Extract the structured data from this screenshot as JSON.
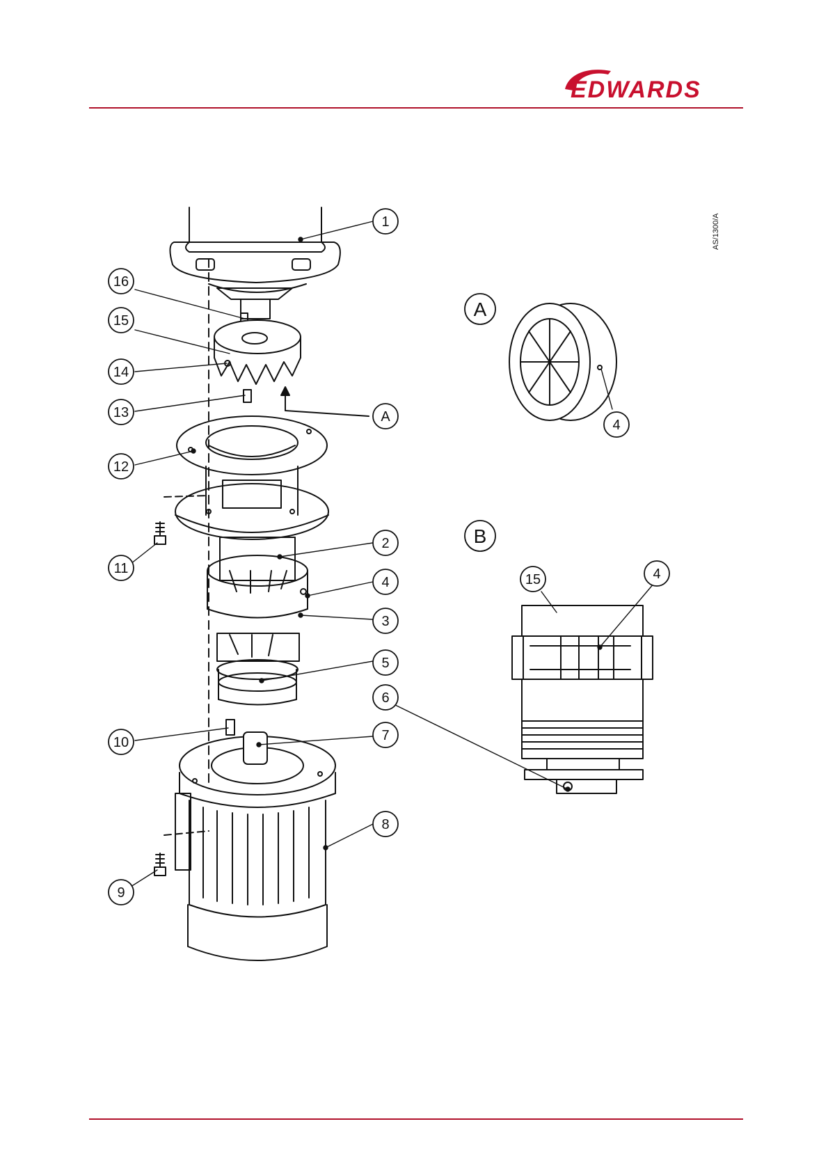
{
  "header": {
    "brand": "EDWARDS",
    "brand_color": "#c8102e"
  },
  "rule_color": "#b0102a",
  "figure": {
    "reference_code": "AS/1300/A",
    "view_labels": [
      "A",
      "B"
    ],
    "callouts_main": [
      "1",
      "2",
      "3",
      "4",
      "5",
      "6",
      "7",
      "8",
      "9",
      "10",
      "11",
      "12",
      "13",
      "14",
      "15",
      "16",
      "A"
    ],
    "callouts_view_a": [
      "4"
    ],
    "callouts_view_b": [
      "15",
      "4"
    ]
  }
}
